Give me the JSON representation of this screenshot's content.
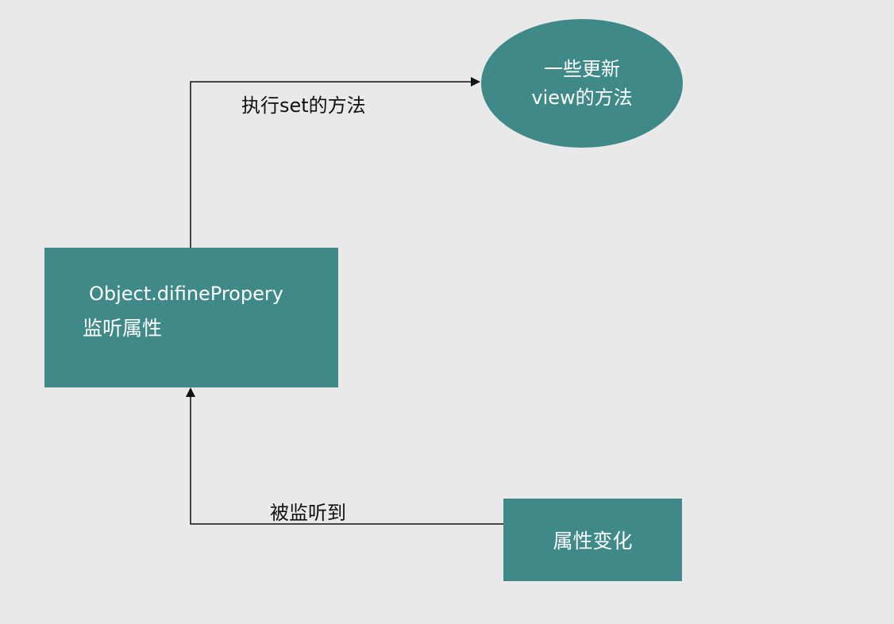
{
  "nodes": {
    "listener": {
      "line1": "Object.difinePropery",
      "line2": "监听属性"
    },
    "update_view": {
      "line1": "一些更新",
      "line2": "view的方法"
    },
    "property_change": {
      "label": "属性变化"
    }
  },
  "edges": {
    "set_method": {
      "label": "执行set的方法"
    },
    "listened": {
      "label": "被监听到"
    }
  },
  "colors": {
    "node_fill": "#3f8a88",
    "node_text": "#ffffff",
    "edge": "#111111",
    "background": "#e9e9e9"
  }
}
